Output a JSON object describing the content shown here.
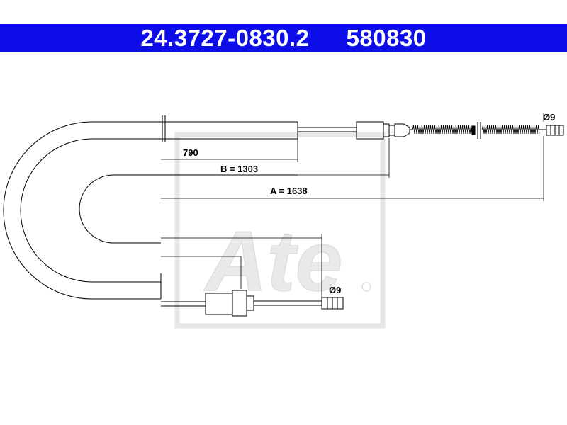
{
  "header": {
    "part_number": "24.3727-0830.2",
    "ref_number": "580830",
    "background_color": "#0d0de8",
    "text_color": "#ffffff"
  },
  "dimensions": {
    "sheath": "790",
    "b": "B = 1303",
    "a": "A = 1638",
    "diameter_top": "Ø9",
    "diameter_bottom": "Ø9"
  },
  "watermark": {
    "text": "Ate",
    "color": "#cfcfcf"
  }
}
